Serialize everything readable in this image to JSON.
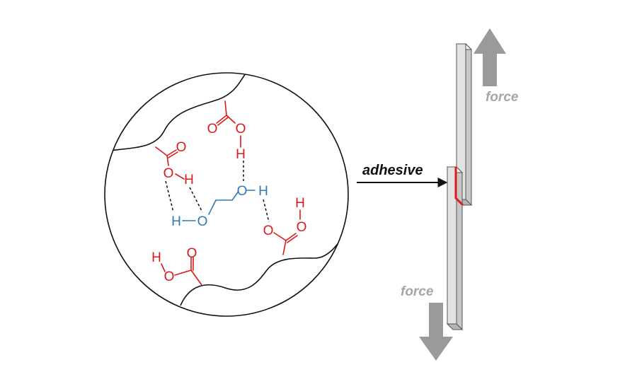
{
  "colors": {
    "acid": "#d7191c",
    "diol": "#2f78b8",
    "outline": "#111111",
    "arrow_gray": "#9a9a9a",
    "label_gray": "#a6a6a6",
    "bar_face": "#e3e3e3",
    "bar_side": "#c7c7c7",
    "adhesive_layer": "#e0191c"
  },
  "atoms": {
    "oxygen": "O",
    "hydrogen": "H"
  },
  "labels": {
    "adhesive": "adhesive",
    "force_top": "force",
    "force_bottom": "force"
  },
  "icons": {
    "up_arrow": "up-arrow-icon",
    "down_arrow": "down-arrow-icon",
    "pointer_arrow": "pointer-arrow-icon"
  }
}
